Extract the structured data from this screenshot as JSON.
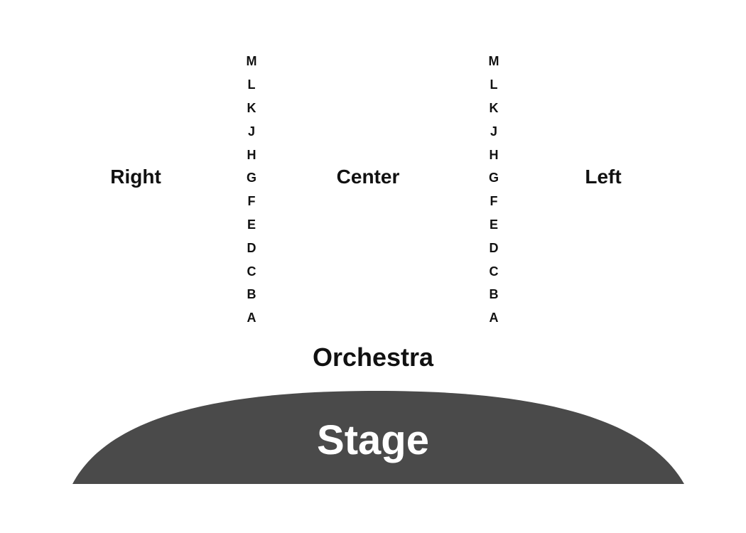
{
  "sections": {
    "right": "Right",
    "center": "Center",
    "left": "Left"
  },
  "rows": [
    "M",
    "L",
    "K",
    "J",
    "H",
    "G",
    "F",
    "E",
    "D",
    "C",
    "B",
    "A"
  ],
  "orchestra": "Orchestra",
  "stage": {
    "label": "Stage",
    "fill": "#4a4a4a",
    "text_color": "#ffffff"
  }
}
